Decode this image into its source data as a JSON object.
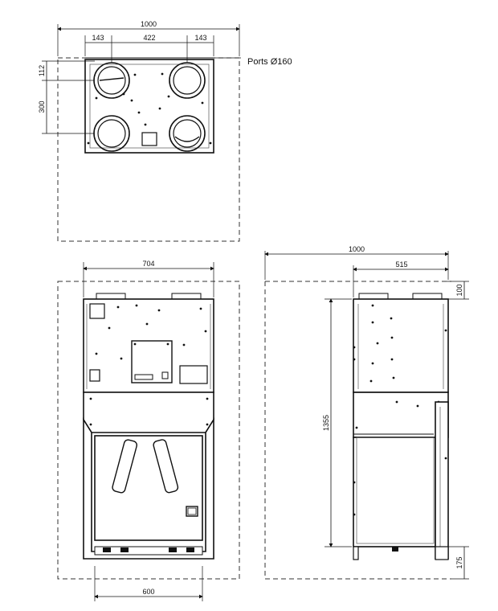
{
  "top_view": {
    "dim_width": "1000",
    "dim_left": "143",
    "dim_mid": "422",
    "dim_right": "143",
    "dim_v1": "112",
    "dim_v2": "300",
    "ports_label": "Ports Ø160"
  },
  "front_view": {
    "dim_top": "704",
    "dim_bottom": "600"
  },
  "side_view": {
    "dim_overall": "1000",
    "dim_depth": "515",
    "dim_top_port": "100",
    "dim_height": "1355",
    "dim_feet": "175"
  }
}
